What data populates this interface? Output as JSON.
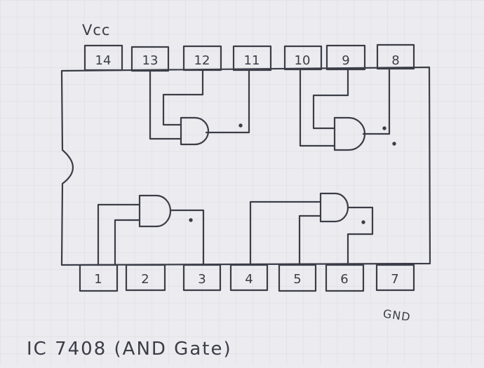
{
  "diagram": {
    "vcc_label": "Vcc",
    "gnd_label": "GND",
    "caption": "IC  7408 (AND Gate)",
    "top_pins": [
      "14",
      "13",
      "12",
      "11",
      "10",
      "9",
      "8"
    ],
    "bottom_pins": [
      "1",
      "2",
      "3",
      "4",
      "5",
      "6",
      "7"
    ],
    "ink_color": "#3b3d47",
    "paper_color": "#ecebef"
  }
}
